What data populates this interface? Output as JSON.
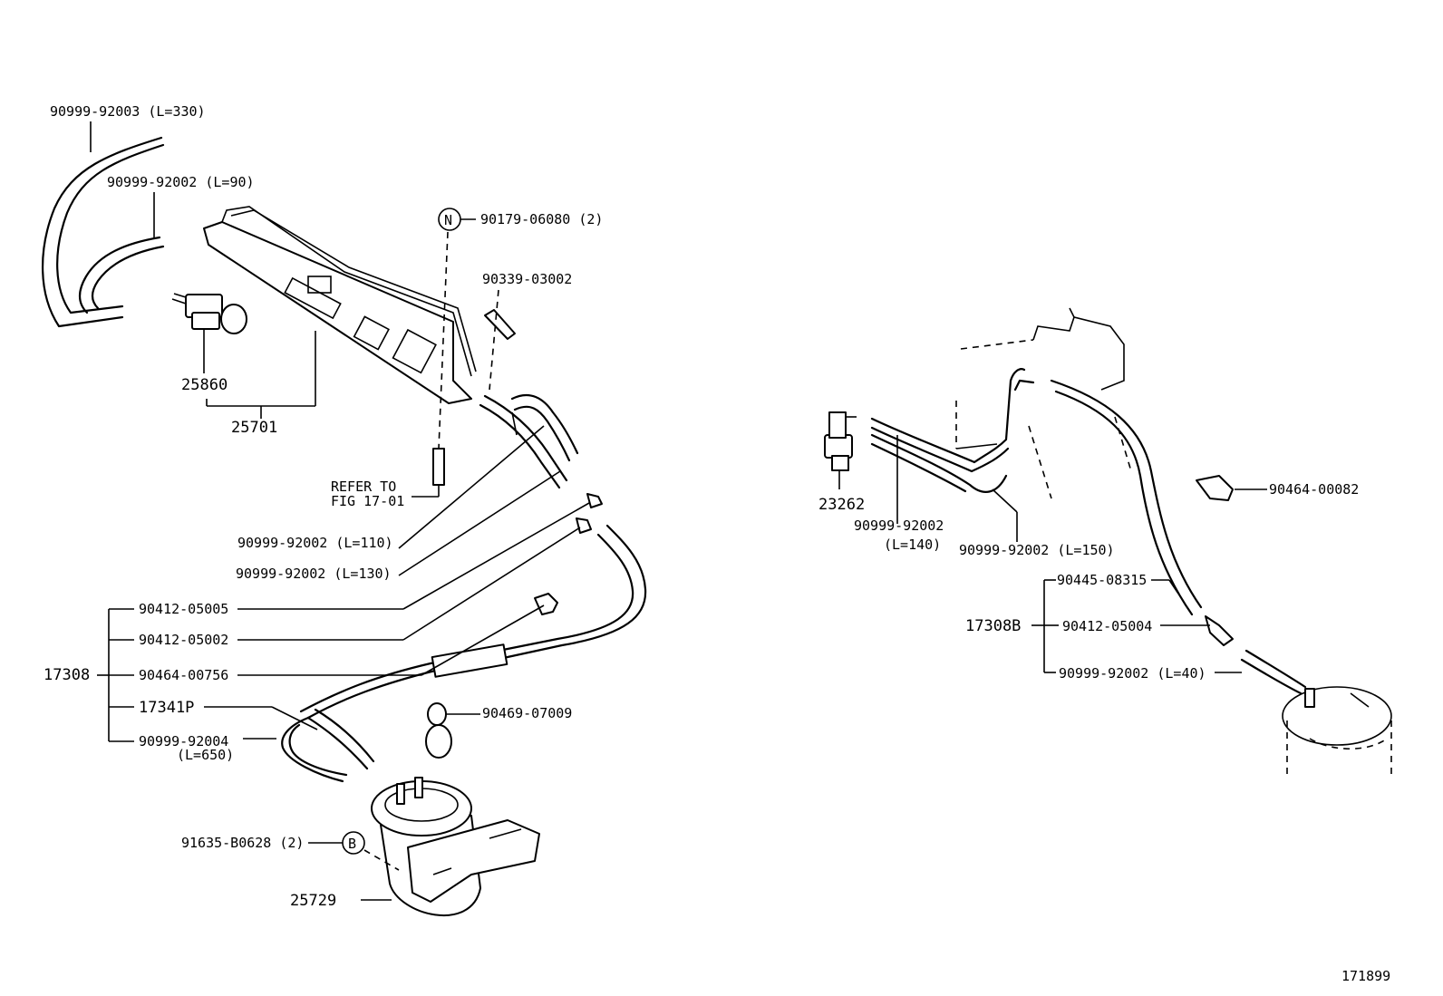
{
  "figure_number": "171899",
  "labels": {
    "l_90999_92003": "90999-92003 (L=330)",
    "l_90999_92002_90": "90999-92002 (L=90)",
    "l_90179": "90179-06080 (2)",
    "l_90339": "90339-03002",
    "l_25860": "25860",
    "l_25701": "25701",
    "l_refer_1": "REFER TO",
    "l_refer_2": "FIG 17-01",
    "l_110": "90999-92002 (L=110)",
    "l_130": "90999-92002 (L=130)",
    "l_90412_05005": "90412-05005",
    "l_90412_05002": "90412-05002",
    "l_90464_00756": "90464-00756",
    "l_17341P": "17341P",
    "l_90999_92004": "90999-92004",
    "l_650": "(L=650)",
    "l_17308": "17308",
    "l_90469": "90469-07009",
    "l_91635": "91635-B0628 (2)",
    "l_25729": "25729",
    "l_23262": "23262",
    "l_140_a": "90999-92002",
    "l_140_b": "(L=140)",
    "l_150": "90999-92002 (L=150)",
    "l_90464_00082": "90464-00082",
    "l_90445": "90445-08315",
    "l_17308B": "17308B",
    "l_90412_05004": "90412-05004",
    "l_40": "90999-92002 (L=40)"
  },
  "callout_symbols": {
    "n": "N",
    "b": "B"
  }
}
